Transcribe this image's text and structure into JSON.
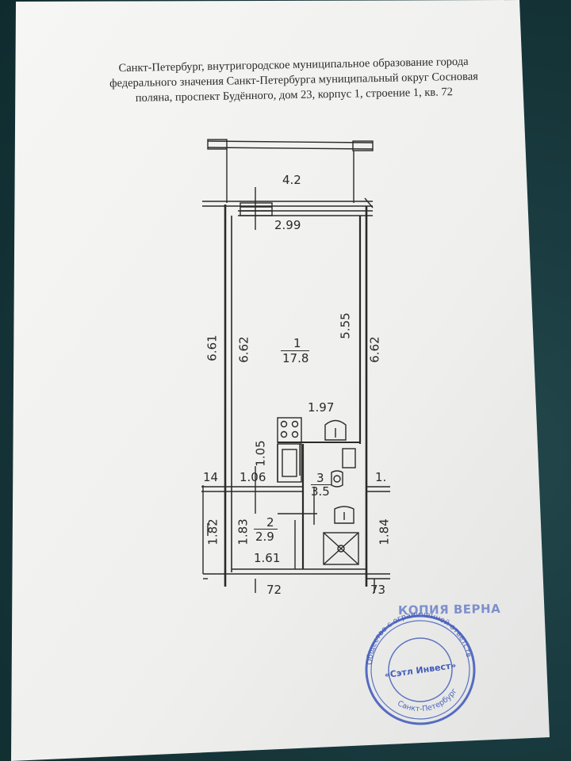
{
  "header": {
    "line1": "Санкт-Петербург, внутригородское муниципальное образование города",
    "line2": "федерального значения Санкт-Петербурга муниципальный округ Сосновая",
    "line3": "поляна, проспект Будённого, дом 23, корпус 1, строение 1, кв. 72"
  },
  "plan": {
    "balcony_area": "4.2",
    "balcony_width": "2.99",
    "room1_number": "1",
    "room1_area": "17.8",
    "room1_length_left_outer": "6.61",
    "room1_length_left_inner": "6.62",
    "room1_length_right_inner": "5.55",
    "room1_length_right_outer": "6.62",
    "kitchen_width": "1.97",
    "corridor_depth": "1.05",
    "left_edge_dim": "14",
    "corridor_width": "1.06",
    "room3_number": "3",
    "room3_area": "3.5",
    "right_edge_dim": "1.",
    "room2_number": "2",
    "room2_area": "2.9",
    "room2_length_outer": "1.82",
    "room2_length_inner": "1.83",
    "room3_length_right": "1.84",
    "room2_width": "1.61",
    "apt_left": "72",
    "apt_right": "73"
  },
  "stamp": {
    "top_text": "КОПИЯ ВЕРНА",
    "center_text": "«Сэтл Инвест»",
    "ring_text": "Общество с ограниченной ответственностью",
    "bottom_text": "Санкт-Петербург"
  },
  "colors": {
    "background": "#16363a",
    "paper": "#f2f2f0",
    "ink": "#2a2a2a",
    "stamp": "#3b56b8"
  }
}
